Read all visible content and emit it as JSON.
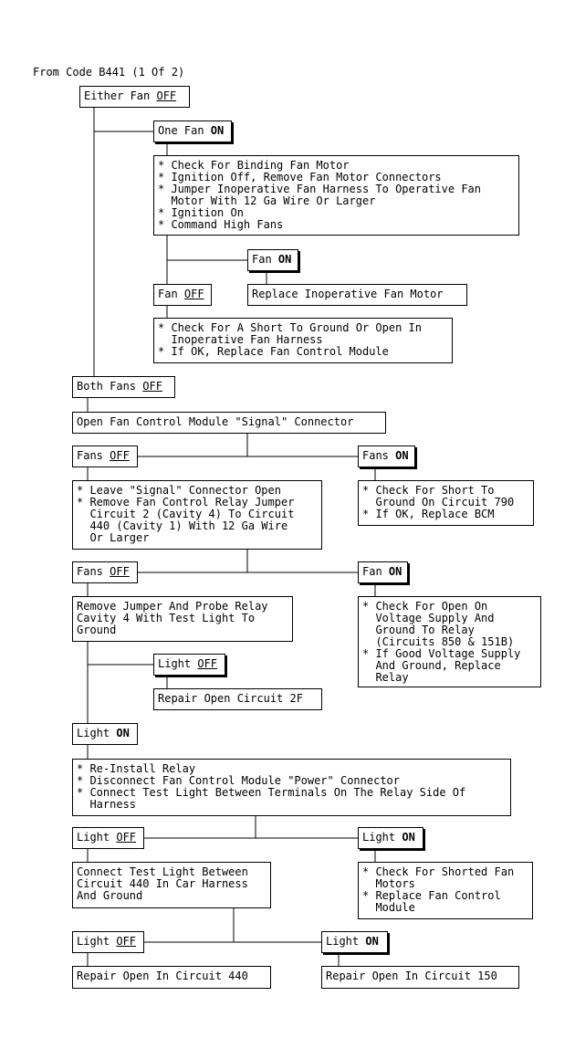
{
  "header": {
    "text": "From Code B441 (1 Of 2)"
  },
  "nodes": {
    "either_fan_off": {
      "text": "Either Fan ",
      "strong": "OFF"
    },
    "one_fan_on": {
      "text": "One Fan ",
      "strong": "ON"
    },
    "check_binding": {
      "lines": [
        "* Check For Binding Fan Motor",
        "* Ignition Off, Remove Fan Motor Connectors",
        "* Jumper Inoperative Fan Harness To Operative Fan",
        "  Motor With 12 Ga Wire Or Larger",
        "* Ignition On",
        "* Command High Fans"
      ]
    },
    "fan_on_1": {
      "text": "Fan ",
      "strong": "ON"
    },
    "fan_off_1": {
      "text": "Fan ",
      "strong": "OFF"
    },
    "replace_motor": {
      "text": "Replace Inoperative Fan Motor"
    },
    "check_short_harness": {
      "lines": [
        "* Check For A Short To Ground Or Open In",
        "  Inoperative Fan Harness",
        "* If OK, Replace Fan Control Module"
      ]
    },
    "both_fans_off": {
      "text": "Both Fans ",
      "strong": "OFF"
    },
    "open_signal": {
      "text": "Open Fan Control Module \"Signal\" Connector"
    },
    "fans_off_1": {
      "text": "Fans ",
      "strong": "OFF"
    },
    "fans_on_1": {
      "text": "Fans ",
      "strong": "ON"
    },
    "leave_signal": {
      "lines": [
        "* Leave \"Signal\" Connector Open",
        "* Remove Fan Control Relay Jumper",
        "  Circuit 2 (Cavity 4) To Circuit",
        "  440 (Cavity 1) With 12 Ga Wire",
        "  Or Larger"
      ]
    },
    "check_short_790": {
      "lines": [
        "* Check For Short To",
        "  Ground On Circuit 790",
        "* If OK, Replace BCM"
      ]
    },
    "fans_off_2": {
      "text": "Fans ",
      "strong": "OFF"
    },
    "fan_on_2": {
      "text": "Fan ",
      "strong": "ON"
    },
    "remove_jumper": {
      "lines": [
        "Remove Jumper And Probe Relay",
        "Cavity 4 With Test Light To",
        "Ground"
      ]
    },
    "check_open_voltage": {
      "lines": [
        "* Check For Open On",
        "  Voltage Supply And",
        "  Ground To Relay",
        "  (Circuits 850 & 151B)",
        "* If Good Voltage Supply",
        "  And Ground, Replace",
        "  Relay"
      ]
    },
    "light_off_1": {
      "text": "Light ",
      "strong": "OFF"
    },
    "repair_2f": {
      "text": "Repair Open Circuit 2F"
    },
    "light_on_1": {
      "text": "Light ",
      "strong": "ON"
    },
    "reinstall_relay": {
      "lines": [
        "* Re-Install Relay",
        "* Disconnect Fan Control Module \"Power\" Connector",
        "* Connect Test Light Between Terminals On The Relay Side Of",
        "  Harness"
      ]
    },
    "light_off_2": {
      "text": "Light ",
      "strong": "OFF"
    },
    "light_on_2": {
      "text": "Light ",
      "strong": "ON"
    },
    "connect_440": {
      "lines": [
        "Connect Test Light Between",
        "Circuit 440 In Car Harness",
        "And Ground"
      ]
    },
    "check_shorted_motors": {
      "lines": [
        "* Check For Shorted Fan",
        "  Motors",
        "* Replace Fan Control",
        "  Module"
      ]
    },
    "light_off_3": {
      "text": "Light ",
      "strong": "OFF"
    },
    "light_on_3": {
      "text": "Light ",
      "strong": "ON"
    },
    "repair_440": {
      "text": "Repair Open In Circuit 440"
    },
    "repair_150": {
      "text": "Repair Open In Circuit 150"
    }
  }
}
